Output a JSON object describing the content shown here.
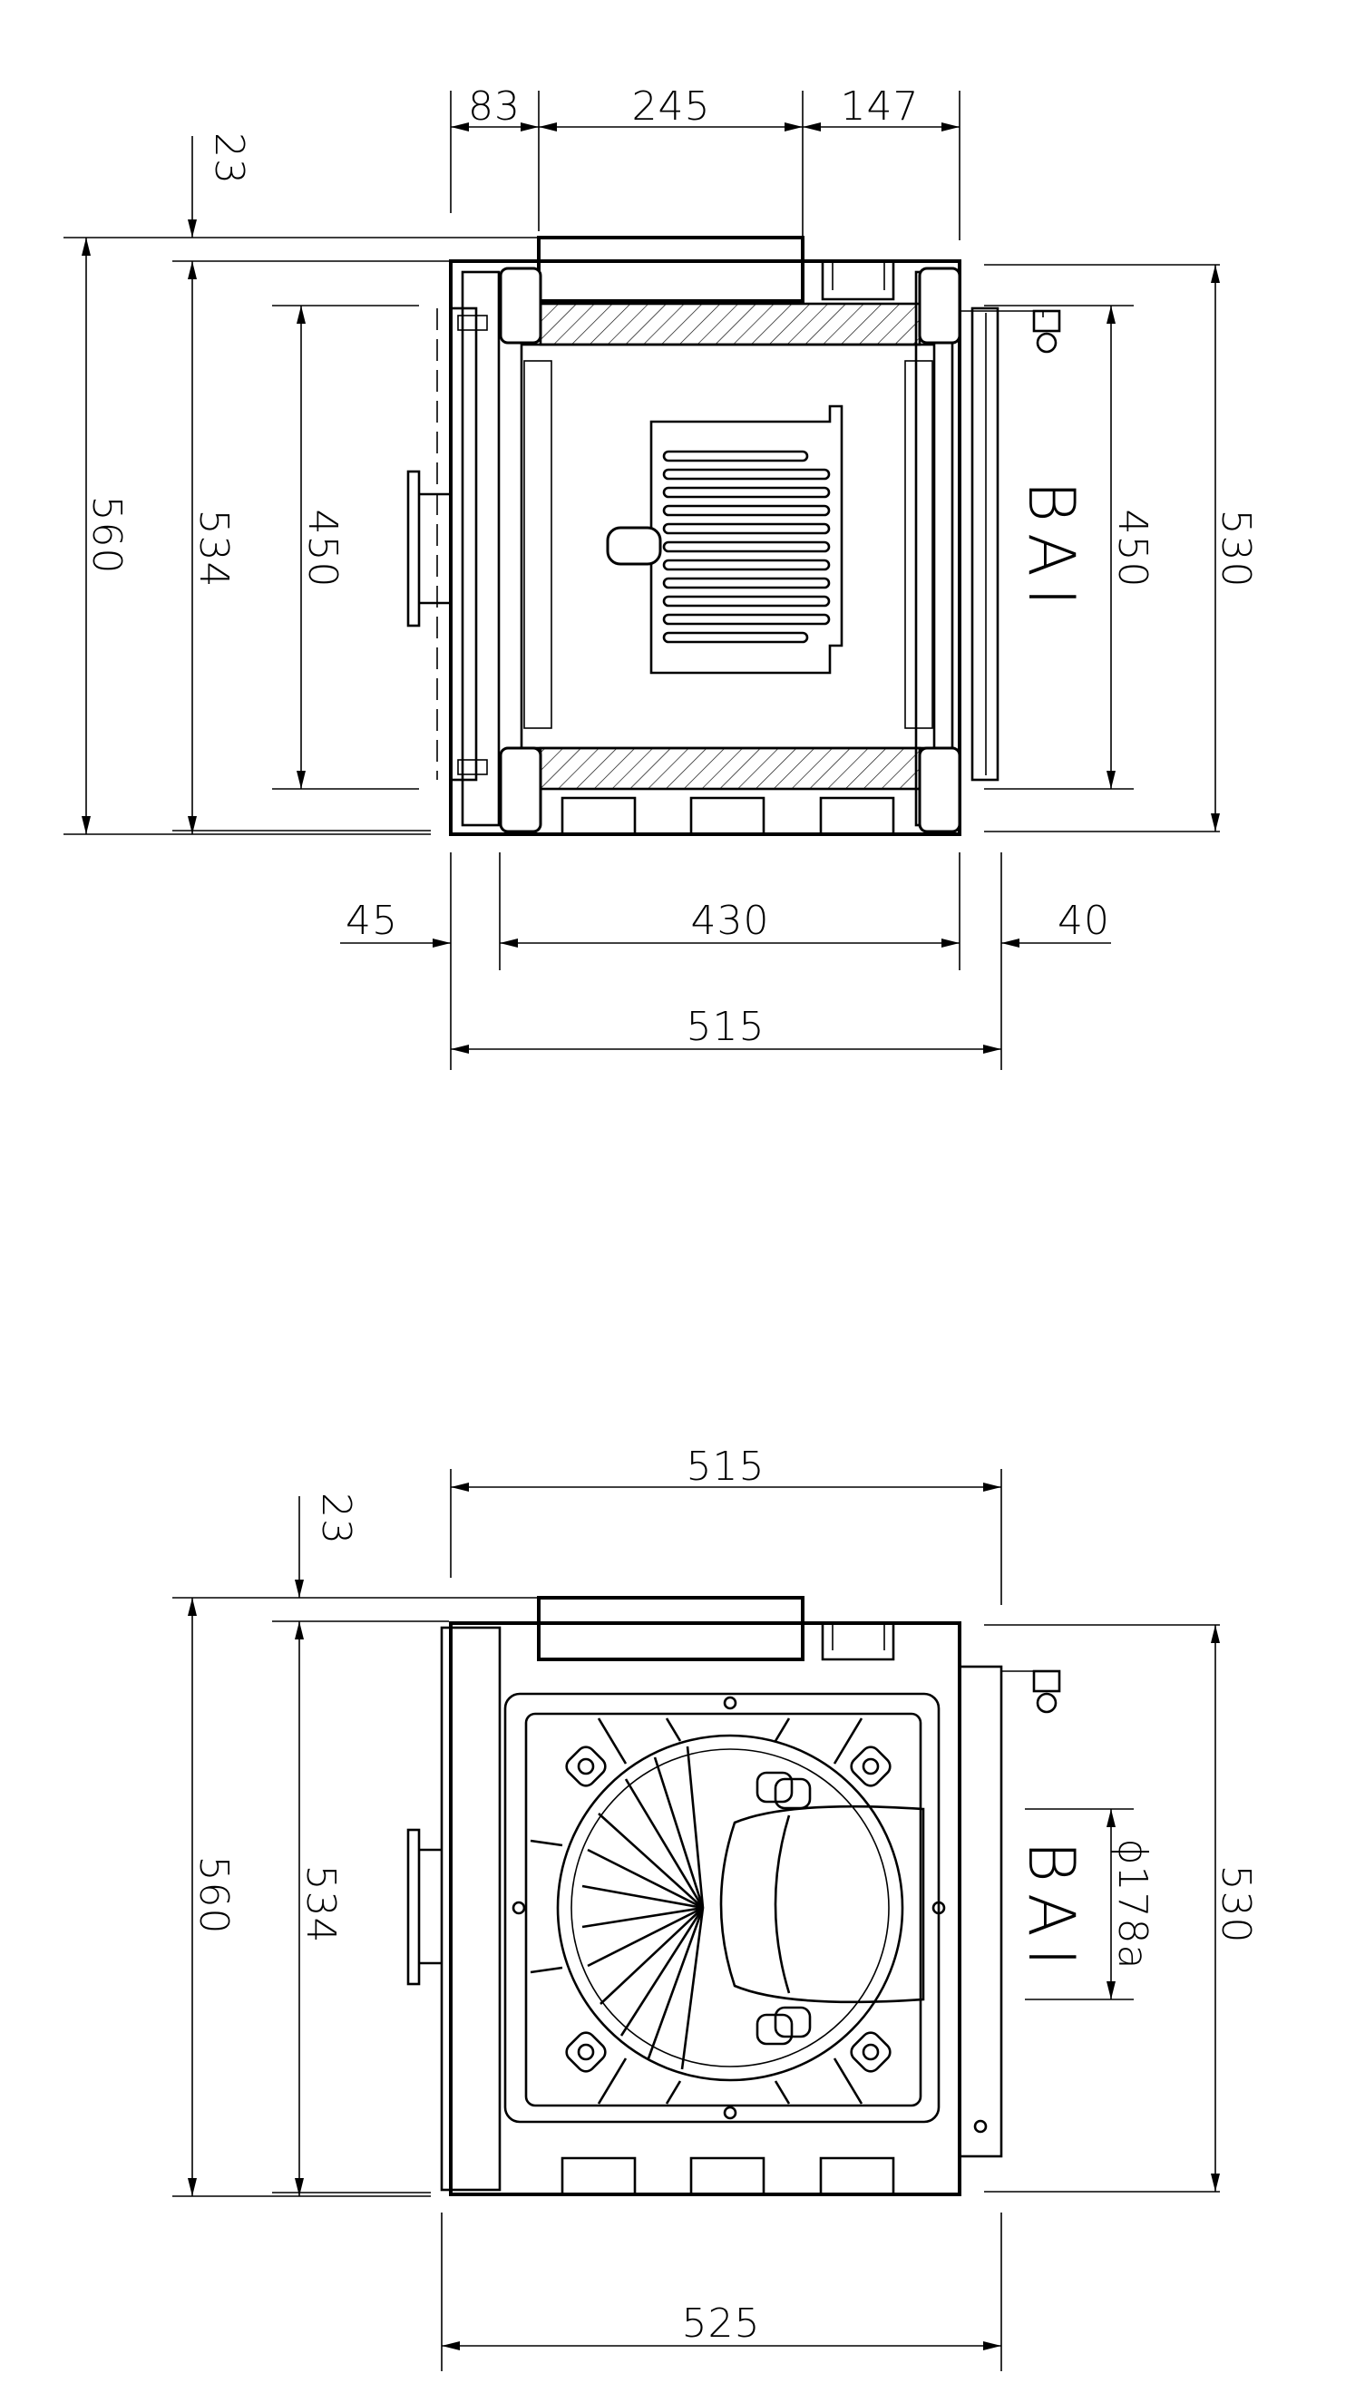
{
  "top_view": {
    "dimensions": {
      "top_83": "83",
      "top_245": "245",
      "top_147": "147",
      "left_23": "23",
      "left_560": "560",
      "left_534": "534",
      "left_450": "450",
      "right_450": "450",
      "right_530": "530",
      "bottom_45": "45",
      "bottom_430": "430",
      "bottom_40": "40",
      "bottom_515": "515"
    },
    "model_label": "BAI"
  },
  "bottom_view": {
    "dimensions": {
      "top_515": "515",
      "left_23": "23",
      "left_560": "560",
      "left_534": "534",
      "diameter": "ϕ178a",
      "right_530": "530",
      "bottom_525": "525"
    },
    "model_label": "BAI"
  }
}
